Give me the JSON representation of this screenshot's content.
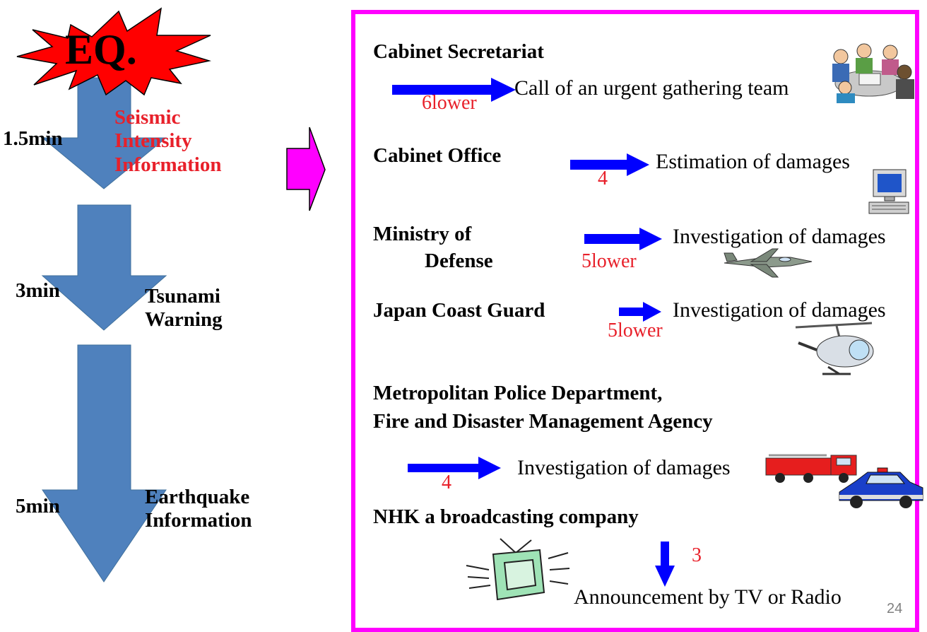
{
  "timeline": {
    "eq_label": "EQ.",
    "steps": [
      {
        "time": "1.5min",
        "label_lines": [
          "Seismic",
          "Intensity",
          "Information"
        ]
      },
      {
        "time": "3min",
        "label_lines": [
          "Tsunami",
          "Warning"
        ]
      },
      {
        "time": "5min",
        "label_lines": [
          "Earthquake",
          "Information"
        ]
      }
    ]
  },
  "responses": [
    {
      "org": "Cabinet Secretariat",
      "level": "6lower",
      "action": "Call of an urgent gathering team"
    },
    {
      "org": "Cabinet Office",
      "level": "4",
      "action": "Estimation of damages"
    },
    {
      "org_lines": [
        "Ministry of",
        "Defense"
      ],
      "level": "5lower",
      "action": "Investigation of damages"
    },
    {
      "org": "Japan Coast Guard",
      "level": "5lower",
      "action": "Investigation of damages"
    },
    {
      "org_lines": [
        "Metropolitan Police Department,",
        "Fire and Disaster Management Agency"
      ],
      "level": "4",
      "action": "Investigation of damages"
    },
    {
      "org": "NHK a broadcasting company",
      "level": "3",
      "action": "Announcement by TV or Radio"
    }
  ],
  "page_number": "24",
  "colors": {
    "accent_arrow": "#4f81bd",
    "blue_arrow": "#0000ff",
    "panel_border": "#ff00ff",
    "level_text": "#e8202a",
    "burst": "#ff0000"
  },
  "icons": [
    "explosion-burst-icon",
    "right-arrow-icon",
    "meeting-people-icon",
    "computer-icon",
    "fighter-jet-icon",
    "helicopter-icon",
    "fire-truck-icon",
    "police-car-icon",
    "tv-icon"
  ]
}
